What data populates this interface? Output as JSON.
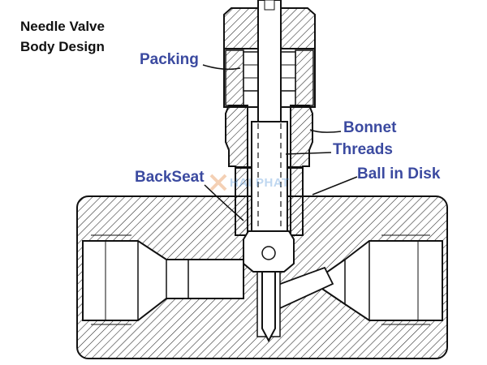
{
  "title": {
    "line1": "Needle Valve",
    "line2": "Body Design"
  },
  "labels": {
    "packing": "Packing",
    "bonnet": "Bonnet",
    "threads": "Threads",
    "backseat": "BackSeat",
    "ball_in_disk": "Ball in Disk"
  },
  "watermark": {
    "text": "HAI PHAT",
    "color": "#4a8fd6"
  },
  "colors": {
    "label": "#3b4aa0",
    "line": "#111111"
  }
}
